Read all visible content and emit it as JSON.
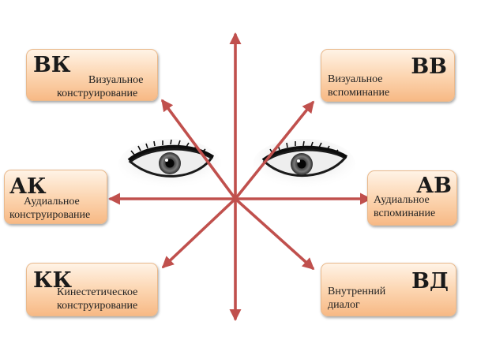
{
  "colors": {
    "arrow": "#c0504d",
    "box_border": "#e9b98c",
    "box_top": "#fff3e6",
    "box_bottom": "#f7b985"
  },
  "boxes": {
    "vk": {
      "code": "ВК",
      "line1": "Визуальное",
      "line2": "конструирование"
    },
    "vv": {
      "code": "ВВ",
      "line1": "Визуальное",
      "line2": "вспоминание"
    },
    "ak": {
      "code": "АК",
      "line1": "Аудиальное",
      "line2": "конструирование"
    },
    "av": {
      "code": "АВ",
      "line1": "Аудиальное",
      "line2": "вспоминание"
    },
    "kk": {
      "code": "КК",
      "line1": "Кинестетическое",
      "line2": "конструирование"
    },
    "vd": {
      "code": "ВД",
      "line1": "Внутренний",
      "line2": "диалог"
    }
  }
}
